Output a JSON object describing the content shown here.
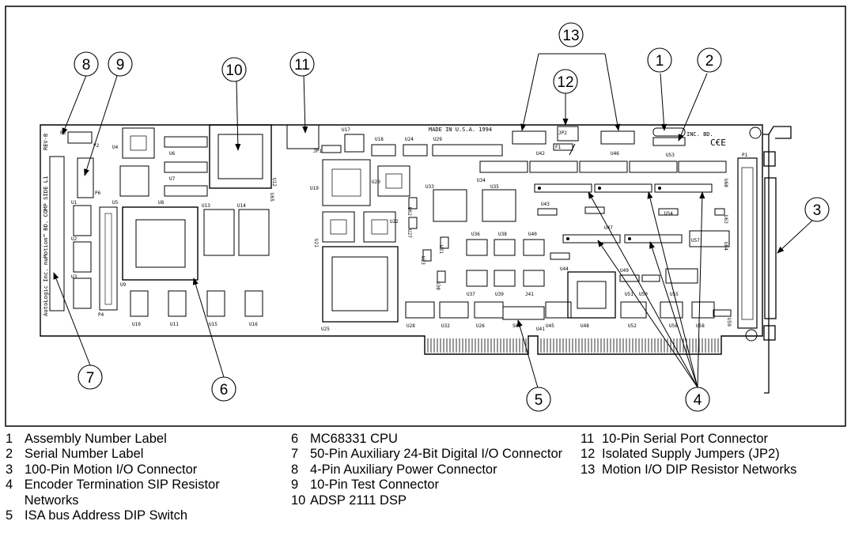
{
  "board": {
    "rev": "REV-B",
    "made_in": "MADE IN U.S.A.  1994",
    "side_text": "AutoLogic Inc.  nuMotion™ BD. COMP SIDE L1",
    "inc_bd": "INC. BD.",
    "ce_mark": "C€E"
  },
  "chips": [
    {
      "id": "P3",
      "label": "P3"
    },
    {
      "id": "P2",
      "label": "P2"
    },
    {
      "id": "P6",
      "label": "P6"
    },
    {
      "id": "P4",
      "label": "P4"
    },
    {
      "id": "P1",
      "label": "P1"
    },
    {
      "id": "JP1",
      "label": "JP1"
    },
    {
      "id": "JP2",
      "label": "JP2"
    },
    {
      "id": "J41",
      "label": "J41"
    },
    {
      "id": "SW1",
      "label": "SW1"
    },
    {
      "id": "F1",
      "label": "F1"
    },
    {
      "id": "U1",
      "label": "U1"
    },
    {
      "id": "U2",
      "label": "U2"
    },
    {
      "id": "U3",
      "label": "U3"
    },
    {
      "id": "U4",
      "label": "U4"
    },
    {
      "id": "U5",
      "label": "U5"
    },
    {
      "id": "U6",
      "label": "U6"
    },
    {
      "id": "U7",
      "label": "U7"
    },
    {
      "id": "U8",
      "label": "U8"
    },
    {
      "id": "U9",
      "label": "U9"
    },
    {
      "id": "U10",
      "label": "U10"
    },
    {
      "id": "U11",
      "label": "U11"
    },
    {
      "id": "U12",
      "label": "U12"
    },
    {
      "id": "U13",
      "label": "U13"
    },
    {
      "id": "U14",
      "label": "U14"
    },
    {
      "id": "U15",
      "label": "U15"
    },
    {
      "id": "U16",
      "label": "U16"
    },
    {
      "id": "U17",
      "label": "U17"
    },
    {
      "id": "U18",
      "label": "U18"
    },
    {
      "id": "U19",
      "label": "U19"
    },
    {
      "id": "U20",
      "label": "U20"
    },
    {
      "id": "U21",
      "label": "U21"
    },
    {
      "id": "U22",
      "label": "U22"
    },
    {
      "id": "U23",
      "label": "U23"
    },
    {
      "id": "U24",
      "label": "U24"
    },
    {
      "id": "U25",
      "label": "U25"
    },
    {
      "id": "U26",
      "label": "U26"
    },
    {
      "id": "U27",
      "label": "U27"
    },
    {
      "id": "U28",
      "label": "U28"
    },
    {
      "id": "U29",
      "label": "U29"
    },
    {
      "id": "U30",
      "label": "U30"
    },
    {
      "id": "U31",
      "label": "U31"
    },
    {
      "id": "U32",
      "label": "U32"
    },
    {
      "id": "U33",
      "label": "U33"
    },
    {
      "id": "U34",
      "label": "U34"
    },
    {
      "id": "U35",
      "label": "U35"
    },
    {
      "id": "U36",
      "label": "U36"
    },
    {
      "id": "U37",
      "label": "U37"
    },
    {
      "id": "U38",
      "label": "U38"
    },
    {
      "id": "U39",
      "label": "U39"
    },
    {
      "id": "U40",
      "label": "U40"
    },
    {
      "id": "U41",
      "label": "U41"
    },
    {
      "id": "U42",
      "label": "U42"
    },
    {
      "id": "U43",
      "label": "U43"
    },
    {
      "id": "U44",
      "label": "U44"
    },
    {
      "id": "U45",
      "label": "U45"
    },
    {
      "id": "U46",
      "label": "U46"
    },
    {
      "id": "U47",
      "label": "U47"
    },
    {
      "id": "U48",
      "label": "U48"
    },
    {
      "id": "U49",
      "label": "U49"
    },
    {
      "id": "U50",
      "label": "U50"
    },
    {
      "id": "U51",
      "label": "U51"
    },
    {
      "id": "U52",
      "label": "U52"
    },
    {
      "id": "U53",
      "label": "U53"
    },
    {
      "id": "U54",
      "label": "U54"
    },
    {
      "id": "U55",
      "label": "U55"
    },
    {
      "id": "U56",
      "label": "U56"
    },
    {
      "id": "U57",
      "label": "U57"
    },
    {
      "id": "U58",
      "label": "U58"
    },
    {
      "id": "U59",
      "label": "U59"
    },
    {
      "id": "U60",
      "label": "U60"
    },
    {
      "id": "U62",
      "label": "U62"
    },
    {
      "id": "U63",
      "label": "U63"
    },
    {
      "id": "U64",
      "label": "U64"
    },
    {
      "id": "U65",
      "label": "U65"
    }
  ],
  "callouts": [
    "1",
    "2",
    "3",
    "4",
    "5",
    "6",
    "7",
    "8",
    "9",
    "10",
    "11",
    "12",
    "13"
  ],
  "legend": [
    [
      {
        "num": "1",
        "text": "Assembly Number Label"
      },
      {
        "num": "2",
        "text": "Serial Number Label"
      },
      {
        "num": "3",
        "text": "100-Pin Motion I/O Connector"
      },
      {
        "num": "4",
        "text": "Encoder Termination SIP Resistor Networks"
      },
      {
        "num": "5",
        "text": "ISA bus Address DIP Switch"
      }
    ],
    [
      {
        "num": "6",
        "text": "MC68331 CPU"
      },
      {
        "num": "7",
        "text": "50-Pin Auxiliary 24-Bit Digital I/O Connector"
      },
      {
        "num": "8",
        "text": "4-Pin Auxiliary Power Connector"
      },
      {
        "num": "9",
        "text": "10-Pin Test Connector"
      },
      {
        "num": "10",
        "text": "ADSP 2111 DSP"
      }
    ],
    [
      {
        "num": "11",
        "text": "10-Pin Serial Port Connector"
      },
      {
        "num": "12",
        "text": "Isolated Supply Jumpers (JP2)"
      },
      {
        "num": "13",
        "text": "Motion I/O DIP Resistor Networks"
      }
    ]
  ]
}
